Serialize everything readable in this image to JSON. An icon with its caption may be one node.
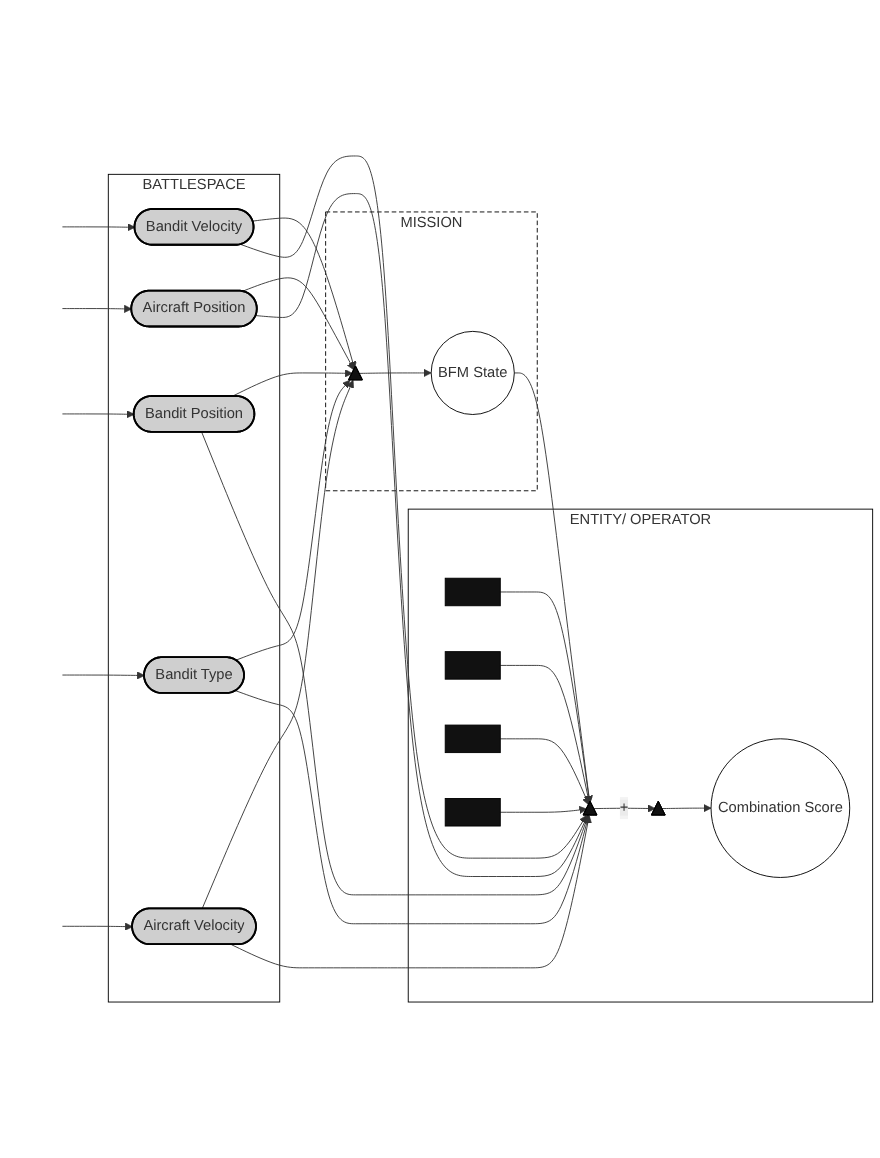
{
  "diagram": {
    "nodes": [
      {
        "text": [
          "BATTLESPACE"
        ]
      },
      {
        "text": [
          "Bandit Velocity"
        ],
        "in": 0
      },
      {
        "text": [
          "Aircraft Position"
        ],
        "in": 0
      },
      {
        "text": [
          "Bandit Position"
        ],
        "in": 0
      },
      {
        "text": [
          "Bandit Type"
        ],
        "in": 0
      },
      {
        "text": [
          "Aircraft Velocity"
        ],
        "in": 0
      },
      {
        "text": [
          "MISSION"
        ]
      },
      {
        "text": [],
        "shape": "triangle",
        "in": 6
      },
      {
        "text": [
          "BFM State"
        ],
        "in": 6
      },
      {
        "text": [
          "ENTITY/ OPERATOR"
        ]
      },
      {
        "text": [],
        "shape": "triangle",
        "in": 9
      },
      {
        "text": [],
        "shape": "bar",
        "in": 9
      },
      {
        "text": [],
        "shape": "bar",
        "in": 9
      },
      {
        "text": [],
        "shape": "bar",
        "in": 9
      },
      {
        "text": [],
        "shape": "bar",
        "in": 9
      },
      {
        "text": [],
        "shape": "triangle",
        "in": 9
      },
      {
        "text": [
          "Combination Score"
        ],
        "in": 9
      }
    ],
    "edges": [
      {
        "from": null,
        "to": 1,
        "arrow": "to"
      },
      {
        "from": null,
        "to": 2,
        "arrow": "to"
      },
      {
        "from": null,
        "to": 3,
        "arrow": "to"
      },
      {
        "from": null,
        "to": 4,
        "arrow": "to"
      },
      {
        "from": null,
        "to": 5,
        "arrow": "to"
      },
      {
        "from": 1,
        "to": 7,
        "arrow": "to"
      },
      {
        "from": 2,
        "to": 7,
        "arrow": "to"
      },
      {
        "from": 3,
        "to": 7,
        "arrow": "to"
      },
      {
        "from": 4,
        "to": 7,
        "arrow": "to"
      },
      {
        "from": 5,
        "to": 7,
        "arrow": "to"
      },
      {
        "from": 1,
        "to": 10,
        "arrow": "to"
      },
      {
        "from": 2,
        "to": 10,
        "arrow": "to"
      },
      {
        "from": 3,
        "to": 10,
        "arrow": "to"
      },
      {
        "from": 4,
        "to": 10,
        "arrow": "to"
      },
      {
        "from": 5,
        "to": 10,
        "arrow": "to"
      },
      {
        "from": 7,
        "to": 8,
        "arrow": "to"
      },
      {
        "from": 8,
        "to": 10,
        "arrow": "to"
      },
      {
        "from": 11,
        "to": 10,
        "arrow": "to"
      },
      {
        "from": 12,
        "to": 10,
        "arrow": "to"
      },
      {
        "from": 13,
        "to": 10,
        "arrow": "to"
      },
      {
        "from": 14,
        "to": 10,
        "arrow": "to"
      },
      {
        "from": 10,
        "to": 15,
        "arrow": "to",
        "label": "+"
      },
      {
        "from": 15,
        "to": 16,
        "arrow": "to"
      }
    ]
  }
}
